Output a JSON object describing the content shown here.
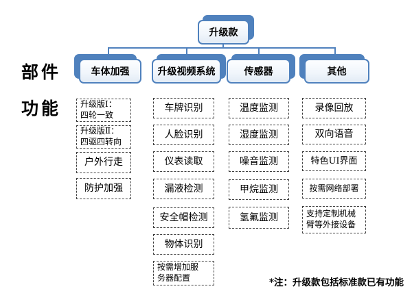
{
  "diagram": {
    "root": "升级款",
    "row_labels": {
      "parts": "部件",
      "functions": "功能"
    },
    "branches": [
      {
        "label": "车体加强",
        "items": [
          "升级版Ⅰ：\n四轮一致",
          "升级版Ⅱ：\n四驱四转向",
          "户外行走",
          "防护加强"
        ]
      },
      {
        "label": "升级视频系统",
        "items": [
          "车牌识别",
          "人脸识别",
          "仪表读取",
          "漏液检测",
          "安全帽检测",
          "物体识别",
          "按需增加服\n务器配置"
        ]
      },
      {
        "label": "传感器",
        "items": [
          "温度监测",
          "湿度监测",
          "噪音监测",
          "甲烷监测",
          "氢氟监测"
        ]
      },
      {
        "label": "其他",
        "items": [
          "录像回放",
          "双向语音",
          "特色UI界面",
          "按需网络部署",
          "支持定制机械\n臂等外接设备"
        ]
      }
    ],
    "note": "*注：升级款包括标准款已有功能",
    "colors": {
      "accent_blue": "#4f81bd",
      "node_fill": "#eef4fa",
      "dashed_border": "#3f3f3f",
      "text": "#000000",
      "background": "#ffffff"
    }
  }
}
